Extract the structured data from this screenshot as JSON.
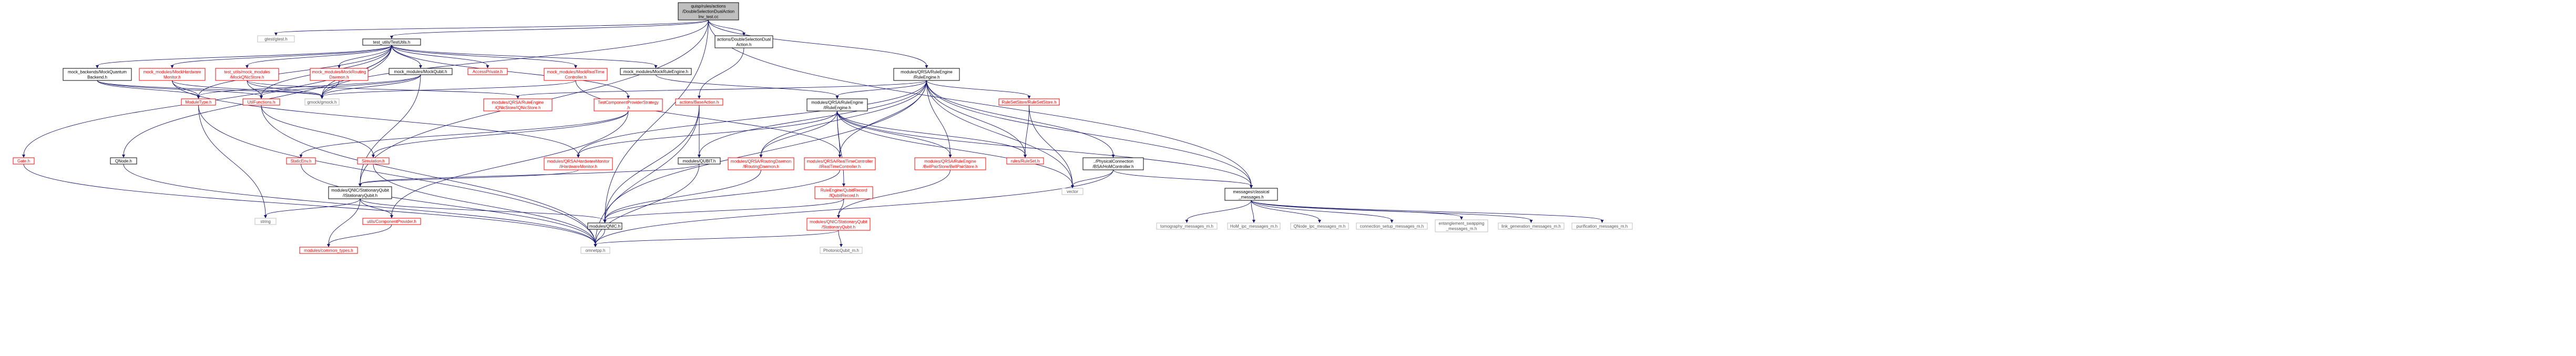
{
  "colors": {
    "edge": "#191970",
    "root_fill": "#bfbfbf",
    "text_black": "#000000",
    "text_red": "#ff0000",
    "text_gray": "#555555",
    "border_black": "#000000",
    "border_red": "#ff0000",
    "border_gray": "#bfbfbf"
  },
  "nodes": [
    {
      "id": "root",
      "lines": [
        "quisp/rules/actions",
        "/DoubleSelectionDualAction",
        "Inv_test.cc"
      ],
      "style": "root"
    },
    {
      "id": "gtest",
      "lines": [
        "gtest/gtest.h"
      ],
      "style": "gray"
    },
    {
      "id": "testutils",
      "lines": [
        "test_utils/TestUtils.h"
      ],
      "style": "black"
    },
    {
      "id": "dsda",
      "lines": [
        "actions/DoubleSelectionDual",
        "Action.h"
      ],
      "style": "black"
    },
    {
      "id": "qrsa_re_top",
      "lines": [
        "modules/QRSA/RuleEngine",
        "/RuleEngine.h"
      ],
      "style": "black"
    },
    {
      "id": "mock_backends",
      "lines": [
        "mock_backends/MockQuantum",
        "Backend.h"
      ],
      "style": "black"
    },
    {
      "id": "mock_hw",
      "lines": [
        "mock_modules/MockHardware",
        "Monitor.h"
      ],
      "style": "red"
    },
    {
      "id": "mock_qnic_store",
      "lines": [
        "test_utils/mock_modules",
        "/MockQNicStore.h"
      ],
      "style": "red"
    },
    {
      "id": "mock_routing",
      "lines": [
        "mock_modules/MockRouting",
        "Daemon.h"
      ],
      "style": "red"
    },
    {
      "id": "mock_qubit",
      "lines": [
        "mock_modules/MockQubit.h"
      ],
      "style": "black"
    },
    {
      "id": "access_private",
      "lines": [
        "AccessPrivate.h"
      ],
      "style": "red"
    },
    {
      "id": "mock_rt",
      "lines": [
        "mock_modules/MockRealTime",
        "Controller.h"
      ],
      "style": "red"
    },
    {
      "id": "mock_re",
      "lines": [
        "mock_modules/MockRuleEngine.h"
      ],
      "style": "black"
    },
    {
      "id": "tcps",
      "lines": [
        "TestComponentProviderStrategy",
        ".h"
      ],
      "style": "red"
    },
    {
      "id": "base_action",
      "lines": [
        "actions/BaseAction.h"
      ],
      "style": "red"
    },
    {
      "id": "qrsa_re",
      "lines": [
        "modules/QRSA/RuleEngine",
        "/IRuleEngine.h"
      ],
      "style": "black"
    },
    {
      "id": "ruleset_store",
      "lines": [
        "RuleSetStore/RuleSetStore.h"
      ],
      "style": "red"
    },
    {
      "id": "module_type",
      "lines": [
        "ModuleType.h"
      ],
      "style": "red"
    },
    {
      "id": "utilfunctions",
      "lines": [
        "UtilFunctions.h"
      ],
      "style": "red"
    },
    {
      "id": "gmock",
      "lines": [
        "gmock/gmock.h"
      ],
      "style": "gray"
    },
    {
      "id": "qnic_store",
      "lines": [
        "modules/QRSA/RuleEngine",
        "/QNicStore/IQNicStore.h"
      ],
      "style": "red"
    },
    {
      "id": "simulation",
      "lines": [
        "Simulation.h"
      ],
      "style": "red"
    },
    {
      "id": "hwmon",
      "lines": [
        "modules/QRSA/HardwareMonitor",
        "/IHardwareMonitor.h"
      ],
      "style": "red"
    },
    {
      "id": "iqubit",
      "lines": [
        "modules/QUBIT.h"
      ],
      "style": "black"
    },
    {
      "id": "routing_daemon",
      "lines": [
        "modules/QRSA/RoutingDaemon",
        "/IRoutingDaemon.h"
      ],
      "style": "red"
    },
    {
      "id": "rt_controller",
      "lines": [
        "modules/QRSA/RealTimeController",
        "/IRealTimeController.h"
      ],
      "style": "red"
    },
    {
      "id": "bellpair_store",
      "lines": [
        "modules/QRSA/RuleEngine",
        "/BellPairStore/BellPairStore.h"
      ],
      "style": "red"
    },
    {
      "id": "ruleset",
      "lines": [
        "rules/RuleSet.h"
      ],
      "style": "red"
    },
    {
      "id": "physconn",
      "lines": [
        "../PhysicalConnection",
        "/BSA/HoMController.h"
      ],
      "style": "black"
    },
    {
      "id": "gate",
      "lines": [
        "Gate.h"
      ],
      "style": "red"
    },
    {
      "id": "qnode",
      "lines": [
        "QNode.h"
      ],
      "style": "black"
    },
    {
      "id": "static_env",
      "lines": [
        "StaticEnv.h"
      ],
      "style": "red"
    },
    {
      "id": "stationary_qubit",
      "lines": [
        "modules/QNIC/StationaryQubit",
        "/IStationaryQubit.h"
      ],
      "style": "black"
    },
    {
      "id": "qubit_record",
      "lines": [
        "RuleEngine/QubitRecord",
        "/IQubitRecord.h"
      ],
      "style": "red"
    },
    {
      "id": "vector",
      "lines": [
        "vector"
      ],
      "style": "gray"
    },
    {
      "id": "classical_messages",
      "lines": [
        "messages/classical",
        "_messages.h"
      ],
      "style": "black"
    },
    {
      "id": "string",
      "lines": [
        "string"
      ],
      "style": "gray"
    },
    {
      "id": "component_provider",
      "lines": [
        "utils/ComponentProvider.h"
      ],
      "style": "red"
    },
    {
      "id": "qnic",
      "lines": [
        "modules/QNIC.h"
      ],
      "style": "black"
    },
    {
      "id": "stationary_qubit2",
      "lines": [
        "modules/QNIC/StationaryQubit",
        "/StationaryQubit.h"
      ],
      "style": "red"
    },
    {
      "id": "common_types",
      "lines": [
        "modules/common_types.h"
      ],
      "style": "red"
    },
    {
      "id": "omnetpp",
      "lines": [
        "omnetpp.h"
      ],
      "style": "gray"
    },
    {
      "id": "photonic_qubit",
      "lines": [
        "PhotonicQubit_m.h"
      ],
      "style": "gray"
    },
    {
      "id": "tomography",
      "lines": [
        "tomography_messages_m.h"
      ],
      "style": "gray"
    },
    {
      "id": "hom_ipc",
      "lines": [
        "HoM_ipc_messages_m.h"
      ],
      "style": "gray"
    },
    {
      "id": "qnode_ipc",
      "lines": [
        "QNode_ipc_messages_m.h"
      ],
      "style": "gray"
    },
    {
      "id": "conn_setup",
      "lines": [
        "connection_setup_messages_m.h"
      ],
      "style": "gray"
    },
    {
      "id": "ent_swap",
      "lines": [
        "entanglement_swapping",
        "_messages_m.h"
      ],
      "style": "gray"
    },
    {
      "id": "link_gen",
      "lines": [
        "link_generation_messages_m.h"
      ],
      "style": "gray"
    },
    {
      "id": "purification",
      "lines": [
        "purification_messages_m.h"
      ],
      "style": "gray"
    }
  ],
  "edges": [
    [
      "root",
      "gtest"
    ],
    [
      "root",
      "testutils"
    ],
    [
      "root",
      "dsda"
    ],
    [
      "root",
      "qrsa_re_top"
    ],
    [
      "root",
      "gmock"
    ],
    [
      "root",
      "stationary_qubit"
    ],
    [
      "root",
      "classical_messages"
    ],
    [
      "root",
      "qnic"
    ],
    [
      "testutils",
      "mock_backends"
    ],
    [
      "testutils",
      "mock_hw"
    ],
    [
      "testutils",
      "mock_qnic_store"
    ],
    [
      "testutils",
      "mock_routing"
    ],
    [
      "testutils",
      "mock_qubit"
    ],
    [
      "testutils",
      "access_private"
    ],
    [
      "testutils",
      "mock_rt"
    ],
    [
      "testutils",
      "mock_re"
    ],
    [
      "testutils",
      "tcps"
    ],
    [
      "testutils",
      "module_type"
    ],
    [
      "testutils",
      "utilfunctions"
    ],
    [
      "testutils",
      "gate"
    ],
    [
      "testutils",
      "qnode"
    ],
    [
      "testutils",
      "gmock"
    ],
    [
      "dsda",
      "base_action"
    ],
    [
      "qrsa_re_top",
      "qrsa_re"
    ],
    [
      "qrsa_re_top",
      "ruleset_store"
    ],
    [
      "qrsa_re_top",
      "hwmon"
    ],
    [
      "qrsa_re_top",
      "routing_daemon"
    ],
    [
      "qrsa_re_top",
      "rt_controller"
    ],
    [
      "qrsa_re_top",
      "bellpair_store"
    ],
    [
      "qrsa_re_top",
      "qnic_store"
    ],
    [
      "qrsa_re_top",
      "physconn"
    ],
    [
      "qrsa_re_top",
      "classical_messages"
    ],
    [
      "qrsa_re_top",
      "iqubit"
    ],
    [
      "qrsa_re_top",
      "ruleset"
    ],
    [
      "qrsa_re_top",
      "vector"
    ],
    [
      "qrsa_re_top",
      "qnic"
    ],
    [
      "mock_backends",
      "module_type"
    ],
    [
      "mock_backends",
      "gmock"
    ],
    [
      "mock_backends",
      "utilfunctions"
    ],
    [
      "mock_hw",
      "gmock"
    ],
    [
      "mock_hw",
      "hwmon"
    ],
    [
      "mock_hw",
      "module_type"
    ],
    [
      "mock_qnic_store",
      "qnic_store"
    ],
    [
      "mock_qnic_store",
      "gmock"
    ],
    [
      "mock_qnic_store",
      "utilfunctions"
    ],
    [
      "mock_routing",
      "gmock"
    ],
    [
      "mock_qubit",
      "gmock"
    ],
    [
      "mock_qubit",
      "stationary_qubit"
    ],
    [
      "mock_qubit",
      "module_type"
    ],
    [
      "mock_qubit",
      "utilfunctions"
    ],
    [
      "mock_rt",
      "rt_controller"
    ],
    [
      "mock_rt",
      "gmock"
    ],
    [
      "mock_re",
      "qrsa_re"
    ],
    [
      "tcps",
      "component_provider"
    ],
    [
      "tcps",
      "simulation"
    ],
    [
      "tcps",
      "static_env"
    ],
    [
      "base_action",
      "iqubit"
    ],
    [
      "base_action",
      "omnetpp"
    ],
    [
      "base_action",
      "qnic"
    ],
    [
      "qrsa_re",
      "hwmon"
    ],
    [
      "qrsa_re",
      "routing_daemon"
    ],
    [
      "qrsa_re",
      "rt_controller"
    ],
    [
      "qrsa_re",
      "bellpair_store"
    ],
    [
      "qrsa_re",
      "qubit_record"
    ],
    [
      "qrsa_re",
      "classical_messages"
    ],
    [
      "qrsa_re",
      "ruleset"
    ],
    [
      "qrsa_re",
      "vector"
    ],
    [
      "ruleset_store",
      "ruleset"
    ],
    [
      "ruleset_store",
      "vector"
    ],
    [
      "module_type",
      "string"
    ],
    [
      "module_type",
      "omnetpp"
    ],
    [
      "utilfunctions",
      "simulation"
    ],
    [
      "utilfunctions",
      "omnetpp"
    ],
    [
      "simulation",
      "omnetpp"
    ],
    [
      "hwmon",
      "stationary_qubit"
    ],
    [
      "iqubit",
      "stationary_qubit"
    ],
    [
      "iqubit",
      "omnetpp"
    ],
    [
      "routing_daemon",
      "qnic"
    ],
    [
      "rt_controller",
      "qnic"
    ],
    [
      "bellpair_store",
      "stationary_qubit2"
    ],
    [
      "physconn",
      "classical_messages"
    ],
    [
      "physconn",
      "omnetpp"
    ],
    [
      "physconn",
      "vector"
    ],
    [
      "gate",
      "omnetpp"
    ],
    [
      "qnode",
      "omnetpp"
    ],
    [
      "static_env",
      "omnetpp"
    ],
    [
      "stationary_qubit",
      "string"
    ],
    [
      "stationary_qubit",
      "component_provider"
    ],
    [
      "stationary_qubit",
      "qnic"
    ],
    [
      "stationary_qubit",
      "common_types"
    ],
    [
      "qubit_record",
      "stationary_qubit2"
    ],
    [
      "qubit_record",
      "qnic"
    ],
    [
      "classical_messages",
      "tomography"
    ],
    [
      "classical_messages",
      "hom_ipc"
    ],
    [
      "classical_messages",
      "qnode_ipc"
    ],
    [
      "classical_messages",
      "conn_setup"
    ],
    [
      "classical_messages",
      "ent_swap"
    ],
    [
      "classical_messages",
      "link_gen"
    ],
    [
      "classical_messages",
      "purification"
    ],
    [
      "component_provider",
      "common_types"
    ],
    [
      "qnic",
      "omnetpp"
    ],
    [
      "stationary_qubit2",
      "omnetpp"
    ],
    [
      "stationary_qubit2",
      "photonic_qubit"
    ]
  ]
}
